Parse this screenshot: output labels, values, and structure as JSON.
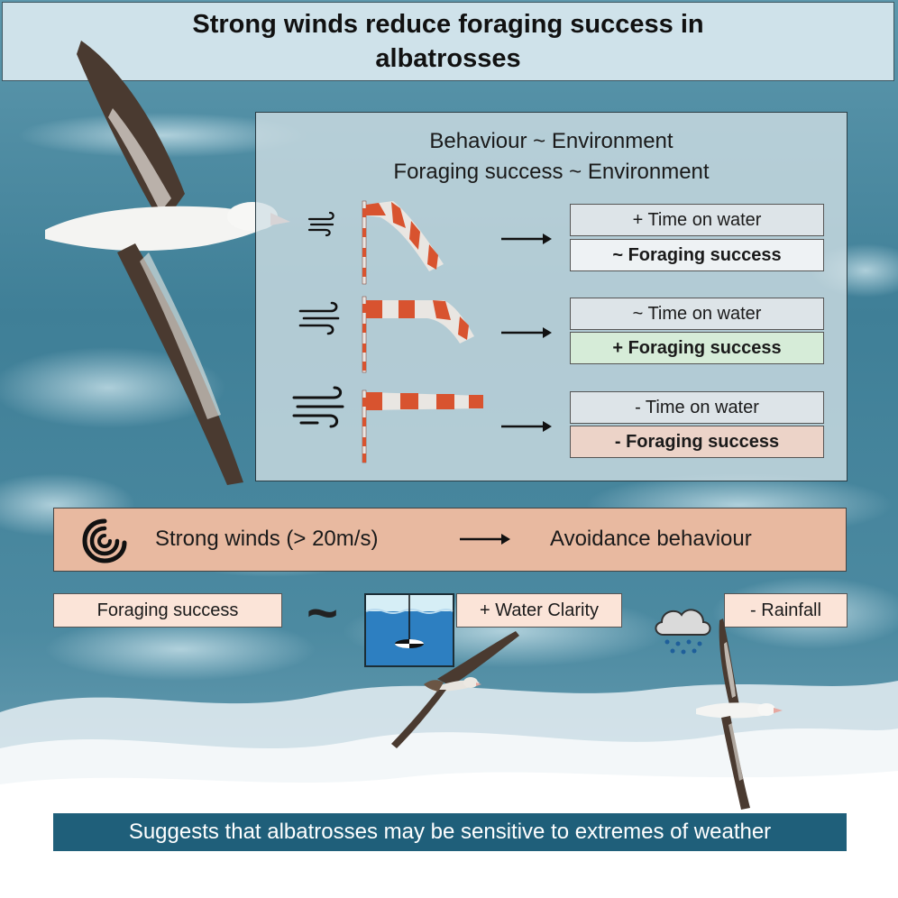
{
  "title": "Strong winds reduce foraging success in albatrosses",
  "panel": {
    "header_line1": "Behaviour ~ Environment",
    "header_line2": "Foraging success ~ Environment",
    "rows": [
      {
        "time_label": "+ Time on water",
        "success_label": "~ Foraging success",
        "wind_level": "light"
      },
      {
        "time_label": "~ Time on water",
        "success_label": "+ Foraging success",
        "wind_level": "moderate"
      },
      {
        "time_label": "- Time on water",
        "success_label": "- Foraging success",
        "wind_level": "strong"
      }
    ]
  },
  "strong_winds": {
    "condition": "Strong winds (> 20m/s)",
    "result": "Avoidance behaviour"
  },
  "factors": {
    "foraging_label": "Foraging success",
    "water_clarity": "+ Water Clarity",
    "rainfall": "- Rainfall"
  },
  "footer": "Suggests that albatrosses may be sensitive to extremes of weather",
  "colors": {
    "title_bg": "#cfe2ea",
    "sea_dark": "#2f6f86",
    "windsock_red": "#d8532f",
    "windsock_white": "#e9e6e2",
    "success_green": "#d6ecd8",
    "success_pink": "#ecd3c8",
    "strong_winds_bg": "#e8b9a0",
    "footer_bg": "#1f5f7a"
  }
}
